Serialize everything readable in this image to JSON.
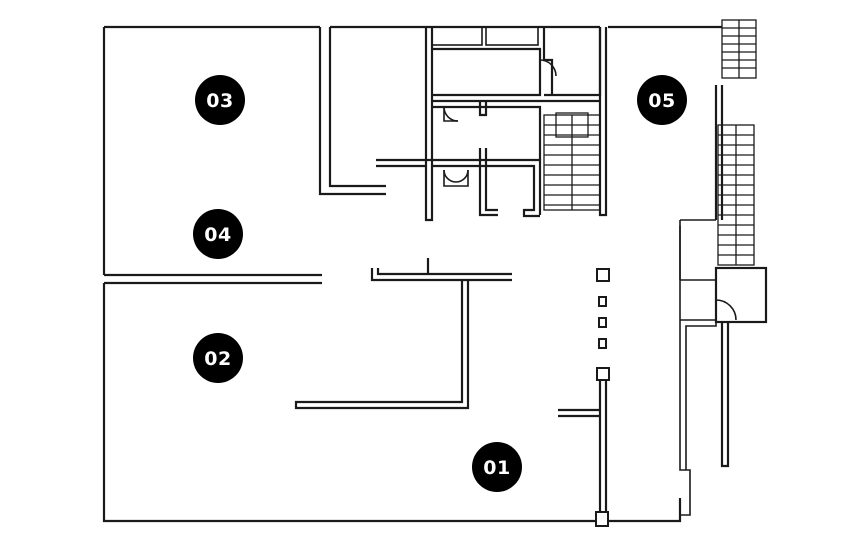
{
  "rooms": [
    {
      "id": "room-01",
      "label": "01"
    },
    {
      "id": "room-02",
      "label": "02"
    },
    {
      "id": "room-03",
      "label": "03"
    },
    {
      "id": "room-04",
      "label": "04"
    },
    {
      "id": "room-05",
      "label": "05"
    }
  ]
}
